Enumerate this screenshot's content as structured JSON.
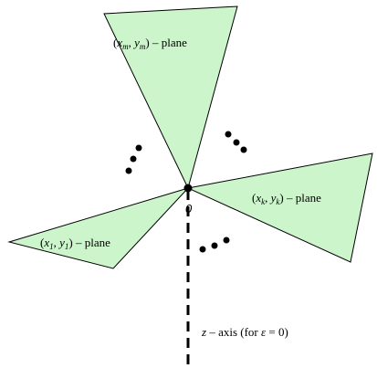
{
  "colors": {
    "plane_fill": "#ccf5cc",
    "stroke": "#000000",
    "background": "#ffffff"
  },
  "planes": [
    {
      "id": "m",
      "pre": "(x",
      "sub1": "m",
      "mid": ", y",
      "sub2": "m",
      "post": ") – plane"
    },
    {
      "id": "k",
      "pre": "(x",
      "sub1": "k",
      "mid": ", y",
      "sub2": "k",
      "post": ") – plane"
    },
    {
      "id": "1",
      "pre": "(x",
      "sub1": "1",
      "mid": ", y",
      "sub2": "1",
      "post": ") – plane"
    }
  ],
  "origin_label": "0",
  "axis_label": {
    "pre": "z – axis (for ",
    "symbol": "ε",
    "post": " = 0)"
  }
}
